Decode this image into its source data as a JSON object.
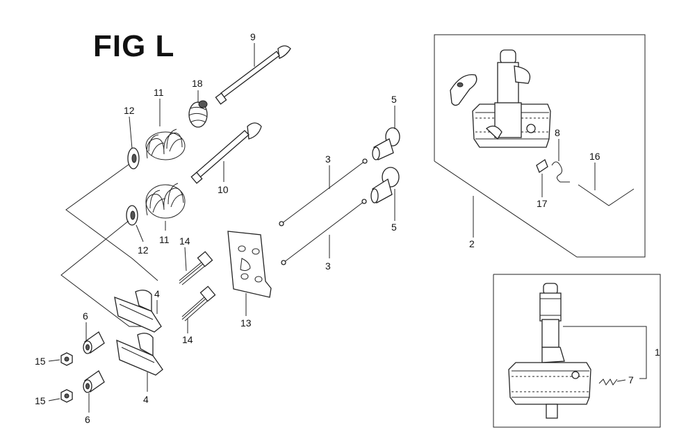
{
  "figure": {
    "title": "FIG L"
  },
  "callouts": [
    {
      "id": "c1",
      "text": "1"
    },
    {
      "id": "c2",
      "text": "2"
    },
    {
      "id": "c3a",
      "text": "3"
    },
    {
      "id": "c3b",
      "text": "3"
    },
    {
      "id": "c4a",
      "text": "4"
    },
    {
      "id": "c4b",
      "text": "4"
    },
    {
      "id": "c5a",
      "text": "5"
    },
    {
      "id": "c5b",
      "text": "5"
    },
    {
      "id": "c6a",
      "text": "6"
    },
    {
      "id": "c6b",
      "text": "6"
    },
    {
      "id": "c7",
      "text": "7"
    },
    {
      "id": "c8",
      "text": "8"
    },
    {
      "id": "c9",
      "text": "9"
    },
    {
      "id": "c10",
      "text": "10"
    },
    {
      "id": "c11a",
      "text": "11"
    },
    {
      "id": "c11b",
      "text": "11"
    },
    {
      "id": "c12a",
      "text": "12"
    },
    {
      "id": "c12b",
      "text": "12"
    },
    {
      "id": "c13",
      "text": "13"
    },
    {
      "id": "c14a",
      "text": "14"
    },
    {
      "id": "c14b",
      "text": "14"
    },
    {
      "id": "c15a",
      "text": "15"
    },
    {
      "id": "c15b",
      "text": "15"
    },
    {
      "id": "c16",
      "text": "16"
    },
    {
      "id": "c17",
      "text": "17"
    },
    {
      "id": "c18",
      "text": "18"
    }
  ]
}
